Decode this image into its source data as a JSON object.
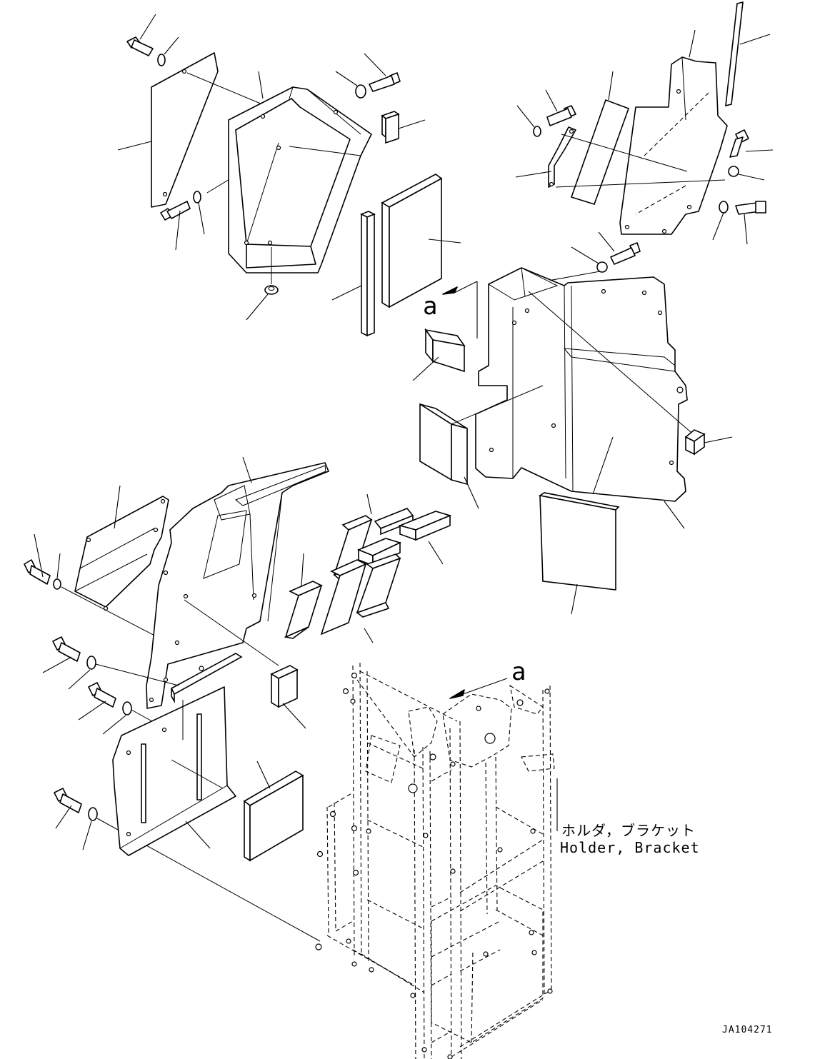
{
  "view_marker": "a",
  "callout": {
    "japanese": "ホルダ，ブラケット",
    "english": "Holder, Bracket"
  },
  "drawing_code": "JA104271"
}
